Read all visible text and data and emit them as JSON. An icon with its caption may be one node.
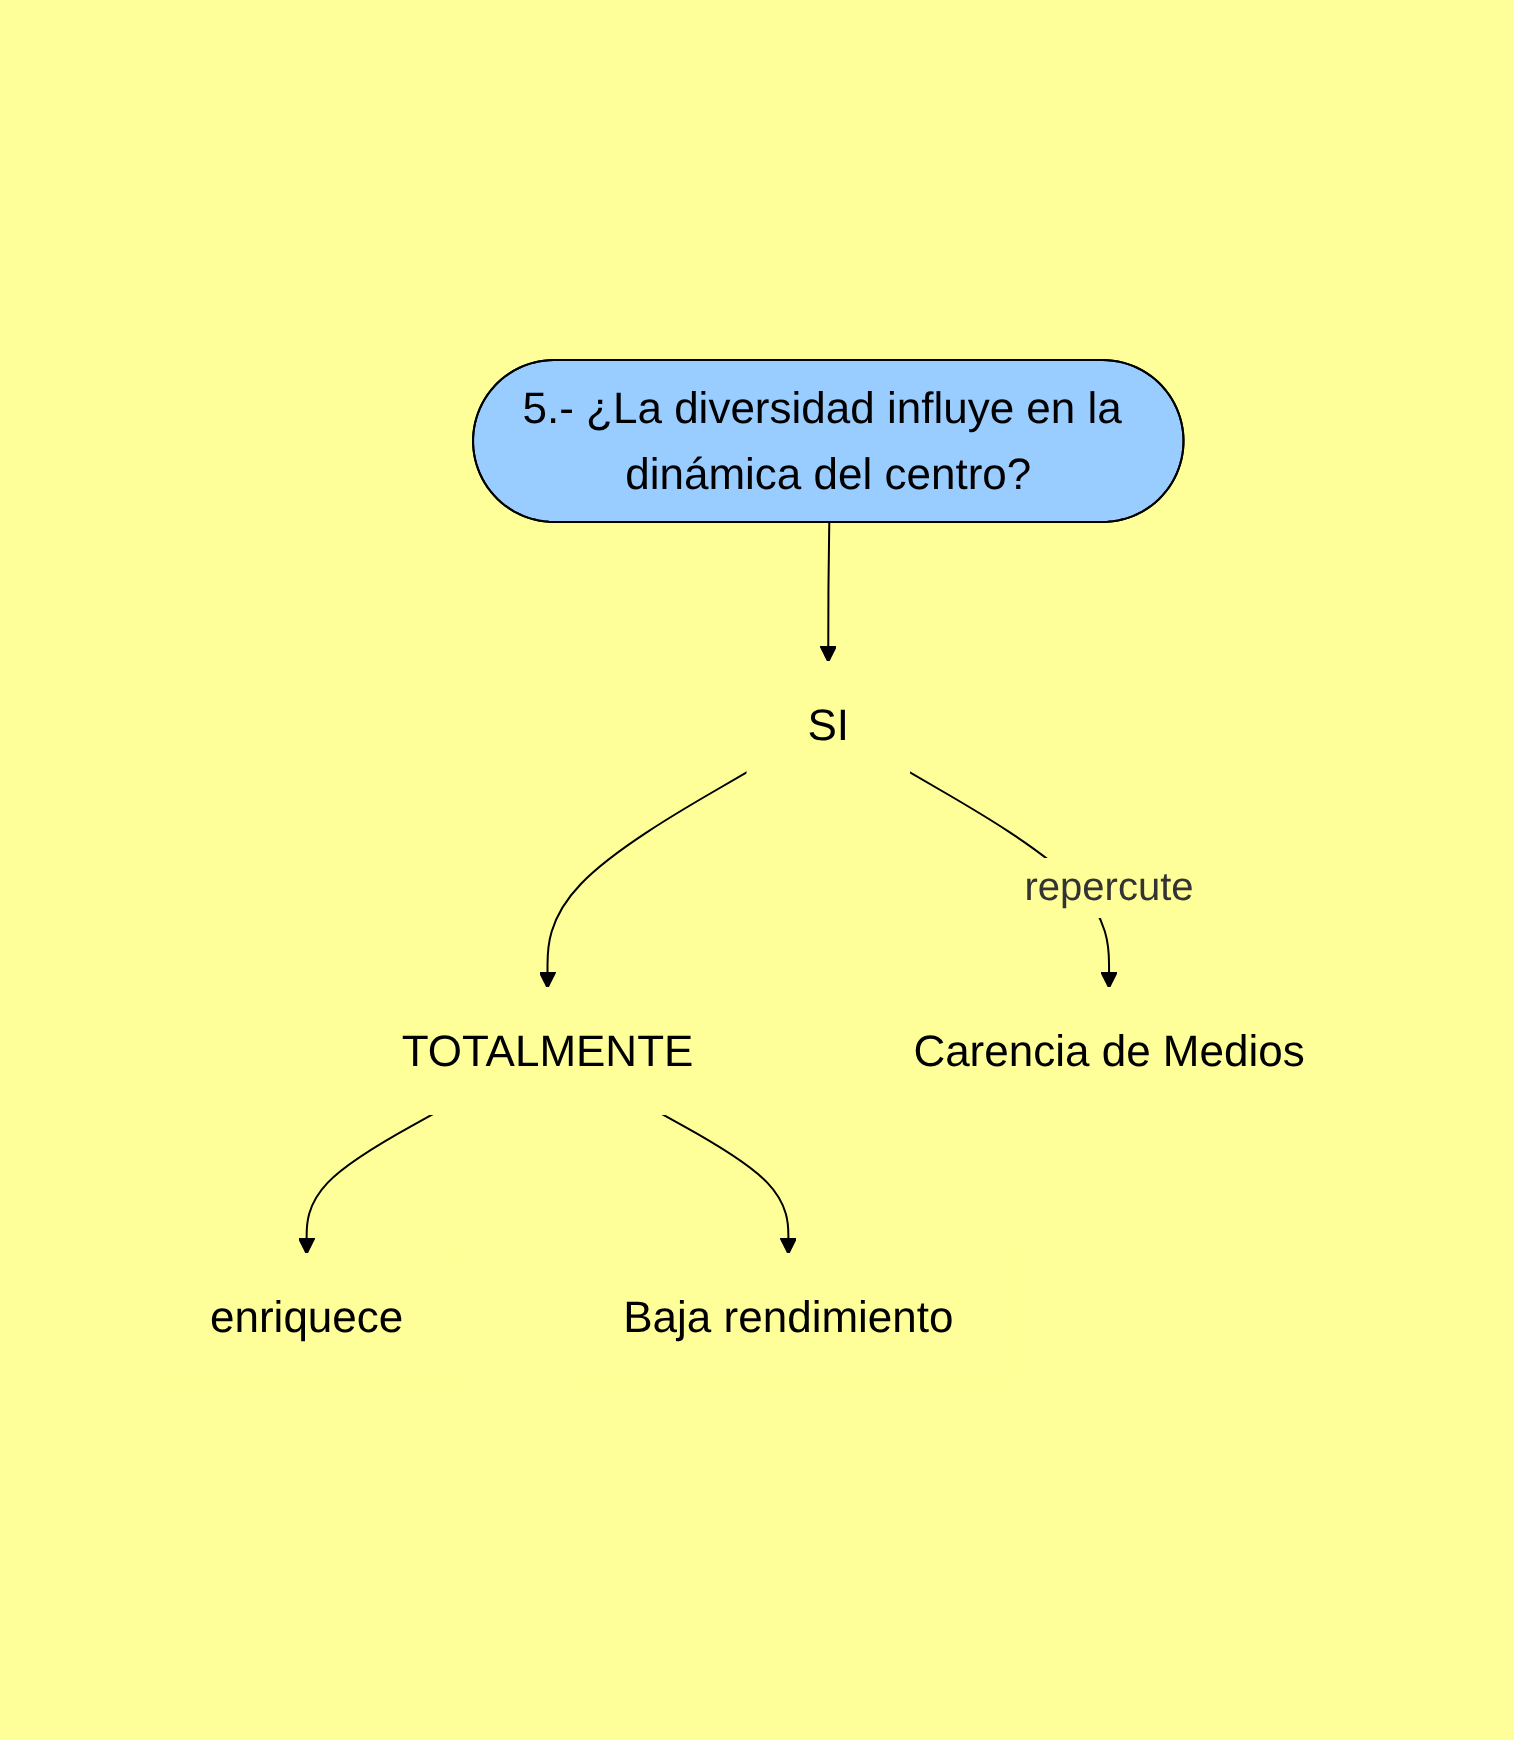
{
  "diagram": {
    "nodes": [
      {
        "text": [
          "5.- ¿La diversidad influye en la dinámica del centro?"
        ]
      },
      {
        "text": [
          "SI"
        ]
      },
      {
        "text": [
          "TOTALMENTE"
        ]
      },
      {
        "text": [
          "Carencia de Medios"
        ]
      },
      {
        "text": [
          "enriquece"
        ]
      },
      {
        "text": [
          "Baja rendimiento"
        ]
      }
    ],
    "edges": [
      {
        "from": 0,
        "to": 1,
        "arrow": "to"
      },
      {
        "from": 1,
        "to": 2,
        "arrow": "to"
      },
      {
        "from": 1,
        "to": 3,
        "arrow": "to",
        "label": "repercute"
      },
      {
        "from": 2,
        "to": 4,
        "arrow": "to"
      },
      {
        "from": 2,
        "to": 5,
        "arrow": "to"
      }
    ]
  }
}
